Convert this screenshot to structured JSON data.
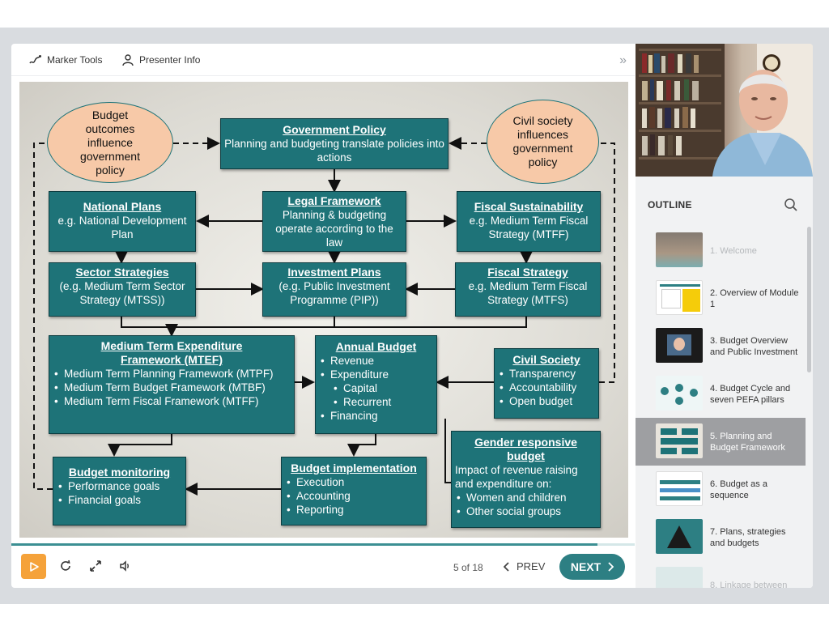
{
  "toolbar": {
    "marker_tools": "Marker Tools",
    "presenter_info": "Presenter Info",
    "collapse": "»"
  },
  "slide": {
    "gov_policy": {
      "title": "Government Policy",
      "text": "Planning and budgeting translate policies into actions"
    },
    "oval_left": "Budget outcomes influence government policy",
    "oval_right": "Civil society influences government policy",
    "legal": {
      "title": "Legal Framework",
      "text": "Planning & budgeting operate according to the law"
    },
    "national": {
      "title": "National Plans",
      "text": "e.g. National Development Plan"
    },
    "fiscal_sust": {
      "title": "Fiscal Sustainability",
      "text": "e.g. Medium Term Fiscal Strategy (MTFF)"
    },
    "sector": {
      "title": "Sector Strategies",
      "text": "(e.g. Medium Term Sector Strategy (MTSS))"
    },
    "investment": {
      "title": "Investment Plans",
      "text": "(e.g. Public Investment Programme (PIP))"
    },
    "fiscal_strat": {
      "title": "Fiscal Strategy",
      "text": "e.g. Medium Term Fiscal Strategy (MTFS)"
    },
    "mtef": {
      "title": "Medium Term Expenditure Framework (MTEF)",
      "items": [
        "Medium Term Planning Framework (MTPF)",
        "Medium Term Budget Framework (MTBF)",
        "Medium Term Fiscal Framework (MTFF)"
      ]
    },
    "annual": {
      "title": "Annual Budget",
      "items": [
        "Revenue",
        "Expenditure",
        "Capital",
        "Recurrent",
        "Financing"
      ]
    },
    "civil": {
      "title": "Civil Society",
      "items": [
        "Transparency",
        "Accountability",
        "Open budget"
      ]
    },
    "gender": {
      "title": "Gender responsive budget",
      "text": "Impact of revenue raising and expenditure on:",
      "items": [
        "Women and children",
        "Other social groups"
      ]
    },
    "monitoring": {
      "title": "Budget monitoring",
      "items": [
        "Performance goals",
        "Financial goals"
      ]
    },
    "implementation": {
      "title": "Budget implementation",
      "items": [
        "Execution",
        "Accounting",
        "Reporting"
      ]
    }
  },
  "player": {
    "progress": 0.94,
    "counter": "5 of 18",
    "prev": "PREV",
    "next": "NEXT"
  },
  "outline": {
    "title": "OUTLINE",
    "items": [
      {
        "label": "1. Welcome",
        "state": "dim"
      },
      {
        "label": "2. Overview of Module 1",
        "state": "normal"
      },
      {
        "label": "3. Budget Overview and Public Investment",
        "state": "normal"
      },
      {
        "label": "4. Budget Cycle and seven PEFA pillars",
        "state": "normal"
      },
      {
        "label": "5. Planning and Budget Framework",
        "state": "active"
      },
      {
        "label": "6. Budget as a sequence",
        "state": "normal"
      },
      {
        "label": "7. Plans, strategies and budgets",
        "state": "normal"
      },
      {
        "label": "8. Linkage between",
        "state": "dim"
      }
    ]
  },
  "colors": {
    "accent": "#2d7f83",
    "play": "#f5a23a",
    "box": "#1e7378",
    "oval": "#f7c9a8"
  }
}
